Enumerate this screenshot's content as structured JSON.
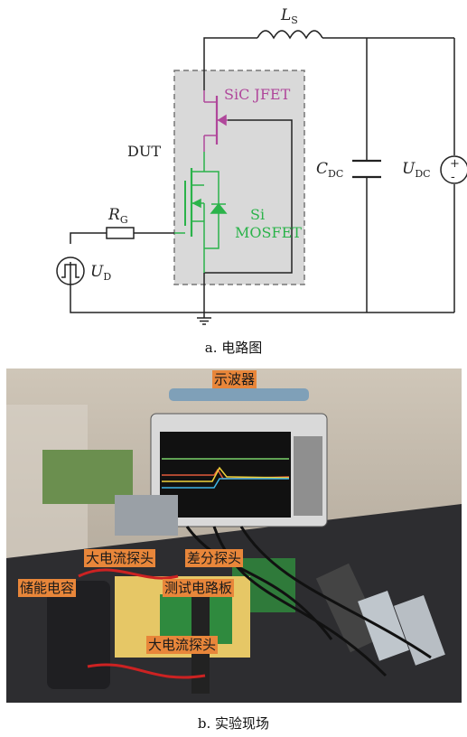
{
  "circuit": {
    "labels": {
      "inductor": "L",
      "inductor_sub": "S",
      "jfet": "SiC JFET",
      "dut": "DUT",
      "rg": "R",
      "rg_sub": "G",
      "ud": "U",
      "ud_sub": "D",
      "si": "Si",
      "mosfet": "MOSFET",
      "cdc": "C",
      "cdc_sub": "DC",
      "udc": "U",
      "udc_sub": "DC",
      "plus": "+",
      "minus": "-"
    },
    "colors": {
      "wire": "#222222",
      "jfet": "#b0479b",
      "mosfet": "#2bb34a",
      "dut_box_fill": "#d9d9d9",
      "dut_box_border": "#777777"
    }
  },
  "captions": {
    "a": "a. 电路图",
    "b": "b. 实验现场"
  },
  "photo": {
    "tags": {
      "oscilloscope": "示波器",
      "big_probe_top": "大电流探头",
      "diff_probe": "差分探头",
      "storage_cap": "储能电容",
      "test_board": "测试电路板",
      "big_probe_bottom": "大电流探头"
    },
    "tag_color": "#e8863a"
  }
}
